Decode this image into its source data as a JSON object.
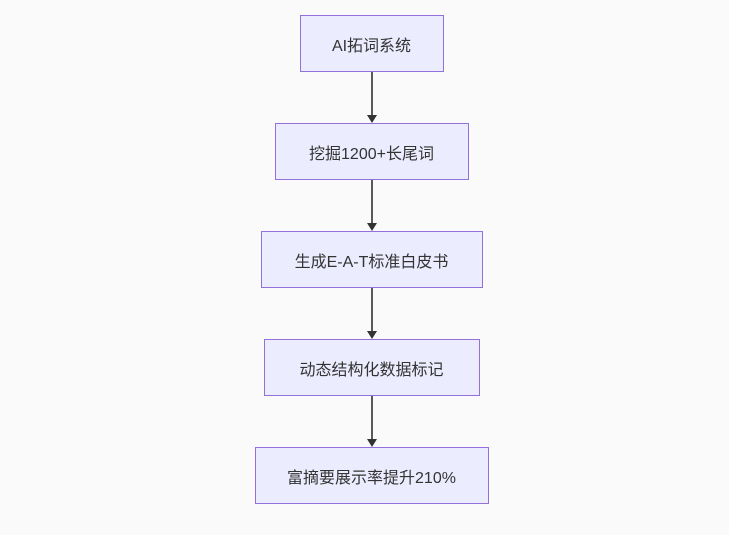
{
  "diagram": {
    "type": "flowchart",
    "direction": "top-down",
    "nodes": [
      {
        "id": "n1",
        "label": "AI拓词系统"
      },
      {
        "id": "n2",
        "label": "挖掘1200+长尾词"
      },
      {
        "id": "n3",
        "label": "生成E-A-T标准白皮书"
      },
      {
        "id": "n4",
        "label": "动态结构化数据标记"
      },
      {
        "id": "n5",
        "label": "富摘要展示率提升210%"
      }
    ],
    "edges": [
      {
        "from": "n1",
        "to": "n2"
      },
      {
        "from": "n2",
        "to": "n3"
      },
      {
        "from": "n3",
        "to": "n4"
      },
      {
        "from": "n4",
        "to": "n5"
      }
    ],
    "colors": {
      "background": "#fafafa",
      "node_fill": "#ececff",
      "node_border": "#9370db",
      "text": "#333333",
      "edge_line": "#595959",
      "arrowhead": "#333333"
    }
  }
}
